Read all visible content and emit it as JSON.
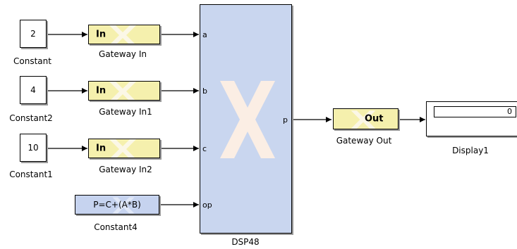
{
  "constants": [
    {
      "value": "2",
      "name": "Constant"
    },
    {
      "value": "4",
      "name": "Constant2"
    },
    {
      "value": "10",
      "name": "Constant1"
    }
  ],
  "gateways_in": [
    {
      "label": "In",
      "name": "Gateway In"
    },
    {
      "label": "In",
      "name": "Gateway In1"
    },
    {
      "label": "In",
      "name": "Gateway In2"
    }
  ],
  "opcode_block": {
    "text": "P=C+(A*B)",
    "name": "Constant4"
  },
  "dsp48": {
    "name": "DSP48",
    "inputs": [
      "a",
      "b",
      "c",
      "op"
    ],
    "output": "p"
  },
  "gateway_out": {
    "label": "Out",
    "name": "Gateway Out"
  },
  "display": {
    "value": "0",
    "name": "Display1"
  },
  "colors": {
    "gateway_fill": "#f5f0ad",
    "dsp_fill": "#c9d6ef",
    "xilinx_logo": "#fbeee4"
  }
}
